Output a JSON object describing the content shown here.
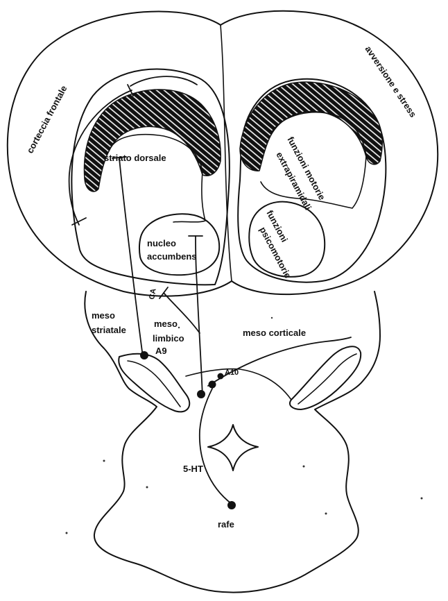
{
  "labels": {
    "corteccia_frontale": "corteccia frontale",
    "avversione_stress": "avversione e stress",
    "striato_dorsale": "striato dorsale",
    "funzioni_motorie_1": "funzioni motorie",
    "funzioni_motorie_2": "extrapiramidali",
    "funzioni_psico_1": "funzioni",
    "funzioni_psico_2": "psicomotorie",
    "nucleo_1": "nucleo",
    "nucleo_2": "accumbens",
    "ca": "CA",
    "meso_striatale_1": "meso",
    "meso_striatale_2": "striatale",
    "meso_limbico_1": "meso",
    "meso_limbico_2": "limbico",
    "a9": "A9",
    "meso_corticale": "meso corticale",
    "a10": "A10",
    "five_ht": "5-HT",
    "rafe": "rafe"
  },
  "colors": {
    "ink": "#111111",
    "background": "#ffffff"
  }
}
